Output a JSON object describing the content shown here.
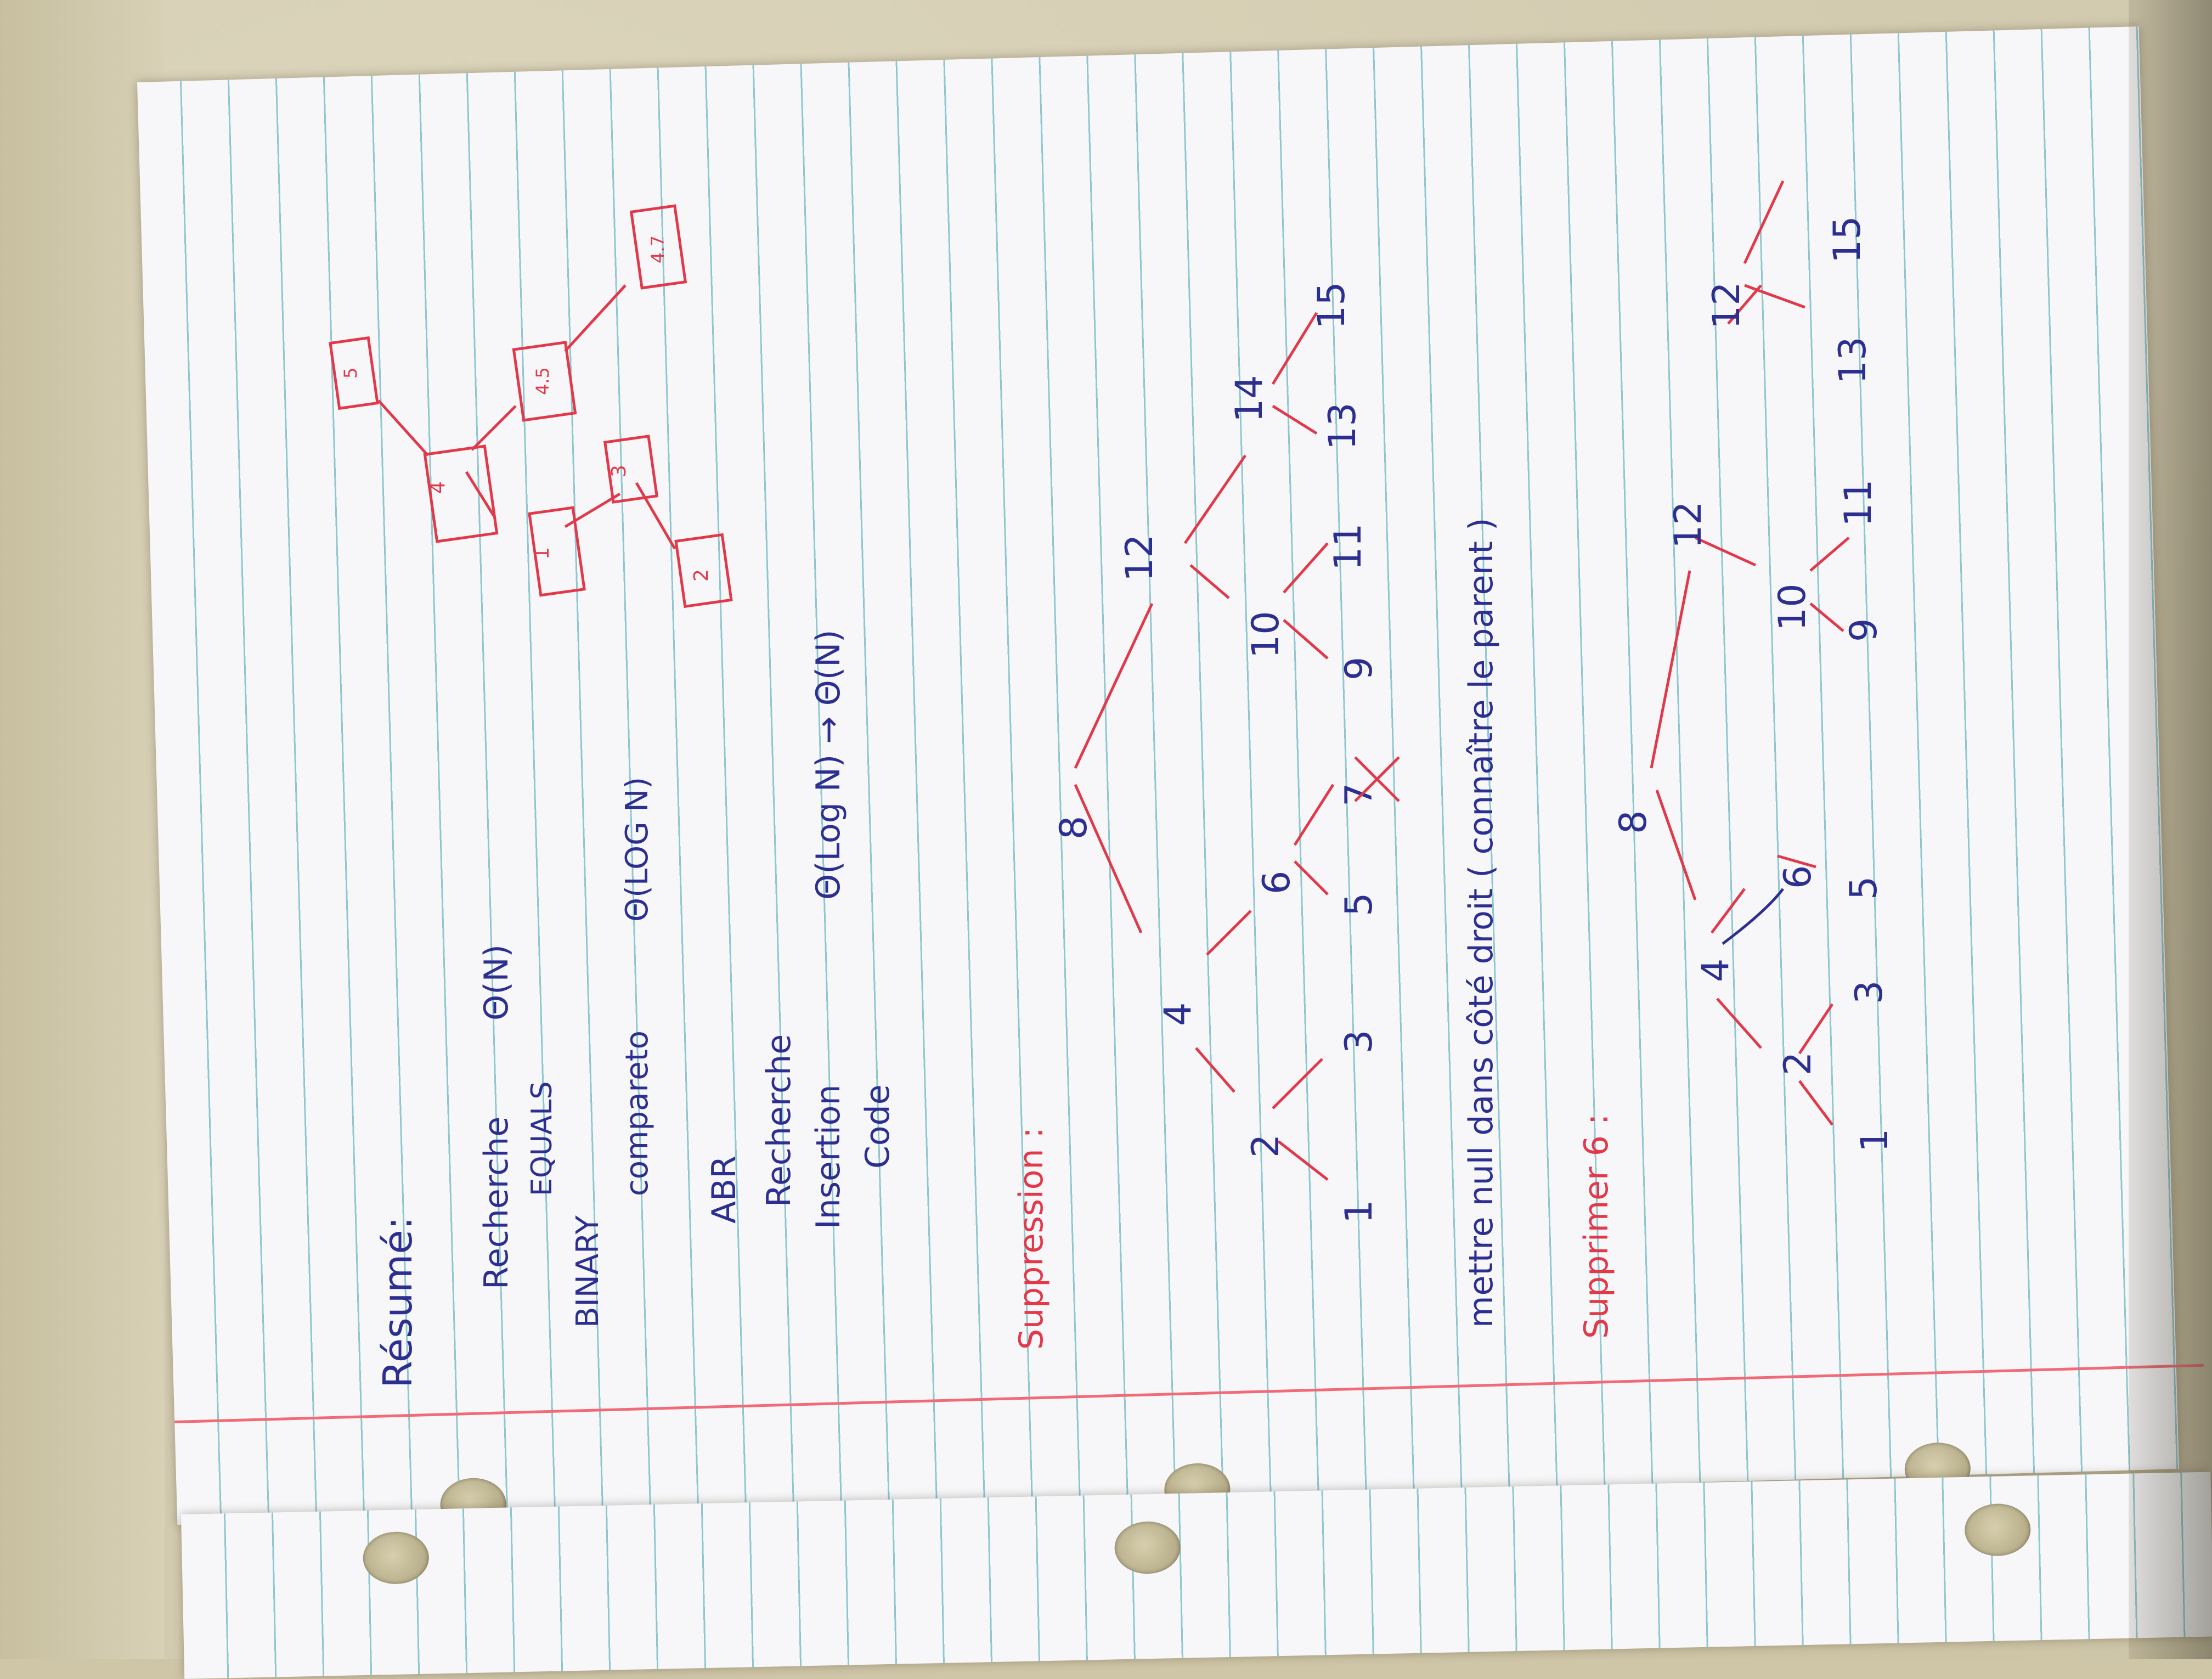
{
  "notes": {
    "title": "Résumé:",
    "recherche": "Recherche",
    "recherche_cost": "Θ(N)",
    "equals": "EQUALS",
    "binary": "BINARY",
    "compareto": "compareto",
    "compareto_cost": "Θ(LOG N)",
    "abr": "ABR",
    "abr_recherche": "Recherche",
    "abr_insertion": "Insertion",
    "abr_code": "Code",
    "abr_cost": "Θ(Log N) → Θ(N)",
    "suppression": "Suppression :",
    "mettre": "mettre null dans côté droit ( connaître le parent )",
    "supprimer6": "Supprimer 6 :"
  },
  "list_sketch": {
    "boxes": [
      "1",
      "2",
      "3",
      "4",
      "4.5",
      "4.7",
      "5"
    ]
  },
  "tree1": {
    "nodes": [
      "8",
      "4",
      "12",
      "2",
      "6",
      "10",
      "14",
      "1",
      "3",
      "5",
      "7",
      "9",
      "11",
      "13",
      "15"
    ]
  },
  "tree2": {
    "nodes": [
      "8",
      "4",
      "12",
      "2",
      "6",
      "10",
      "12",
      "1",
      "3",
      "5",
      "9",
      "11",
      "13",
      "15"
    ]
  },
  "colors": {
    "paper": "#f7f7f9",
    "rule_lines": "#8fc7cf",
    "margin": "#f06a78",
    "blue_ink": "#2c2f8f",
    "red_ink": "#e2394a",
    "desk": "#d3cbb0"
  }
}
